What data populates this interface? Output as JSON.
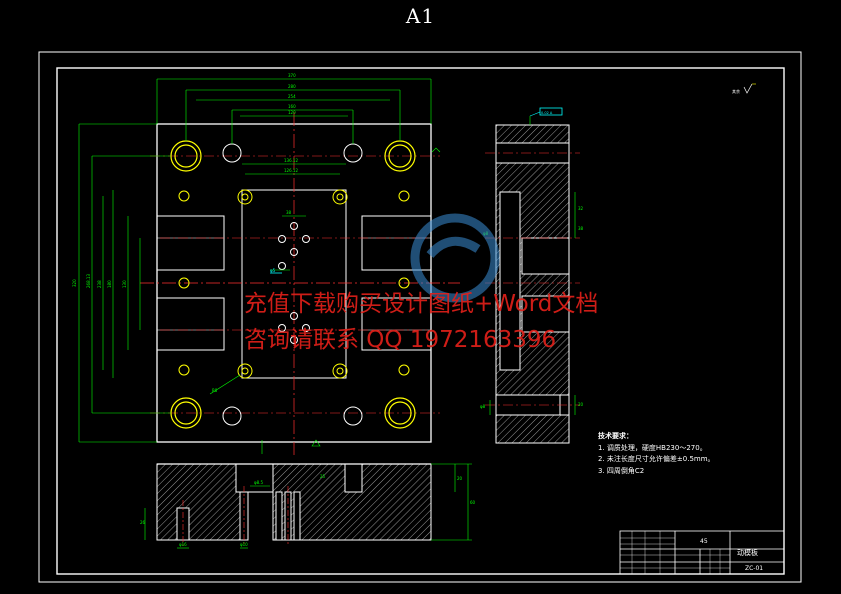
{
  "sheet": {
    "title": "A1"
  },
  "watermark": {
    "line1": "充值下载购买设计图纸+Word文档",
    "line2": "咨询请联系  QQ 1972163396",
    "color": "#e0201a"
  },
  "notes": {
    "heading": "技术要求：",
    "items": [
      "1. 调质处理，硬度HB230～270。",
      "2. 未注长度尺寸允许偏差±0.5mm。",
      "3. 四周倒角C2"
    ]
  },
  "title_block": {
    "part_name": "动模板",
    "drawing_no": "ZC-01",
    "material": "45"
  },
  "colors": {
    "background": "#000000",
    "outline": "#ffffff",
    "dimension": "#00ff00",
    "centerline": "#ff3030",
    "hole": "#ffff00",
    "feature": "#00ffff"
  }
}
